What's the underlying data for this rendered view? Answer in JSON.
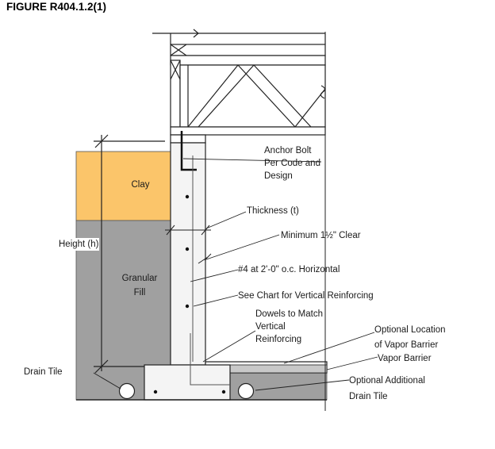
{
  "figure_title": "FIGURE R404.1.2(1)",
  "labels": {
    "clay": "Clay",
    "granular_fill_1": "Granular",
    "granular_fill_2": "Fill",
    "height": "Height (h)",
    "drain_tile": "Drain Tile",
    "anchor_bolt_1": "Anchor Bolt",
    "anchor_bolt_2": "Per Code and",
    "anchor_bolt_3": "Design",
    "thickness": "Thickness (t)",
    "min_clear": "Minimum 1½\" Clear",
    "horizontal_rebar": "#4 at 2'-0\" o.c. Horizontal",
    "vertical_reinf": "See Chart for Vertical Reinforcing",
    "dowels_1": "Dowels to Match",
    "dowels_2": "Vertical",
    "dowels_3": "Reinforcing",
    "opt_vapor_1": "Optional Location",
    "opt_vapor_2": "of Vapor Barrier",
    "vapor_barrier": "Vapor Barrier",
    "opt_drain_1": "Optional Additional",
    "opt_drain_2": "Drain Tile"
  },
  "colors": {
    "clay": "#fbc56a",
    "soil": "#a0a0a0",
    "concrete": "#f4f4f4",
    "line": "#222222"
  }
}
